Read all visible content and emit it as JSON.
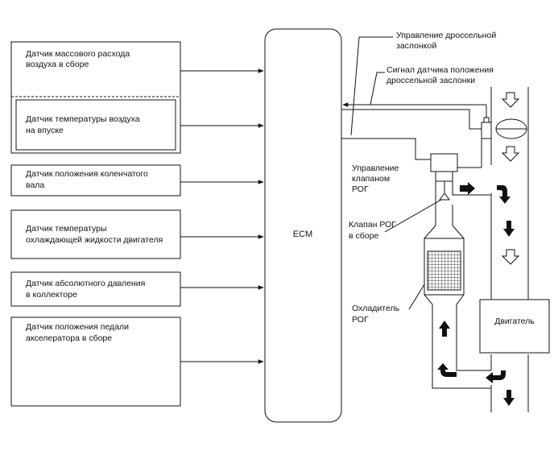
{
  "ecm": {
    "label": "ECM"
  },
  "sensors": [
    {
      "line1": "Датчик массового расхода",
      "line2": "воздуха в сборе"
    },
    {
      "line1": "Датчик температуры воздуха",
      "line2": "на впуске"
    },
    {
      "line1": "Датчик положения коленчатого",
      "line2": "вала"
    },
    {
      "line1": "Датчик температуры",
      "line2": "охлаждающей жидкости двигателя"
    },
    {
      "line1": "Датчик абсолютного давления",
      "line2": "в коллекторе"
    },
    {
      "line1": "Датчик положения педали",
      "line2": "акселератора в сборе"
    }
  ],
  "outputs": {
    "throttle_control": {
      "line1": "Управление дроссельной",
      "line2": "заслонкой"
    },
    "throttle_signal": {
      "line1": "Сигнал датчика положения",
      "line2": "дроссельной заслонки"
    },
    "egr_control": {
      "line1": "Управление",
      "line2": "клапаном",
      "line3": "РОГ"
    },
    "egr_valve": {
      "line1": "Клапан РОГ",
      "line2": "в сборе"
    },
    "egr_cooler": {
      "line1": "Охладитель",
      "line2": "РОГ"
    },
    "engine": {
      "label": "Двигатель"
    }
  }
}
